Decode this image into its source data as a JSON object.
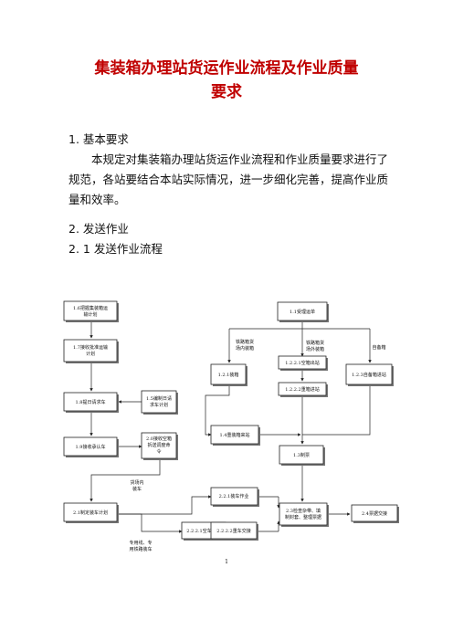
{
  "doc": {
    "title_line1": "集装箱办理站货运作业流程及作业质量",
    "title_line2": "要求",
    "section1_heading": "1. 基本要求",
    "section1_body": "本规定对集装箱办理站货运作业流程和作业质量要求进行了规范，各站要结合本站实际情况，进一步细化完善，提高作业质量和效率。",
    "section2_heading": "2. 发送作业",
    "section21_heading": "2. 1 发送作业流程",
    "page_number": "1"
  },
  "flow": {
    "b16": [
      "1.6把握集装箱运",
      "输计划"
    ],
    "b17": [
      "1.7接收批准运输",
      "计划"
    ],
    "b18": [
      "1.8提日请求车"
    ],
    "b15": [
      "1.5编制日请",
      "求车计划"
    ],
    "b19": [
      "1.9接收承认车"
    ],
    "b20": [
      "2.0接收空箱",
      "拆送调度命",
      "令"
    ],
    "b21": [
      "2.1制定装车计划"
    ],
    "b11": [
      "1.1受理运单"
    ],
    "b121": [
      "1.2.1装箱"
    ],
    "b1221": [
      "1.2.2.1空箱出站"
    ],
    "b1222": [
      "1.2.2.2重箱进站"
    ],
    "b123": [
      "1.2.3自备箱进站"
    ],
    "b14": [
      "1.4重装箱来站"
    ],
    "b13": [
      "1.3制票"
    ],
    "b221": [
      "2.2.1装车作业"
    ],
    "b2221": [
      "2.2.2.1空车交接"
    ],
    "b2222": [
      "2.2.2.2重车交接"
    ],
    "b23": [
      "2.3检查杂带、填",
      "制封套、整理票据"
    ],
    "b24": [
      "2.4票据交接"
    ],
    "lbl_station_in": [
      "铁路箱货",
      "场内装箱"
    ],
    "lbl_station_out": [
      "铁路箱货",
      "场外装箱"
    ],
    "lbl_self": [
      "自备箱"
    ],
    "lbl_yard_load": [
      "货场内",
      "装车"
    ],
    "lbl_siding_load": [
      "专用线、专",
      "用铁路装车"
    ]
  }
}
